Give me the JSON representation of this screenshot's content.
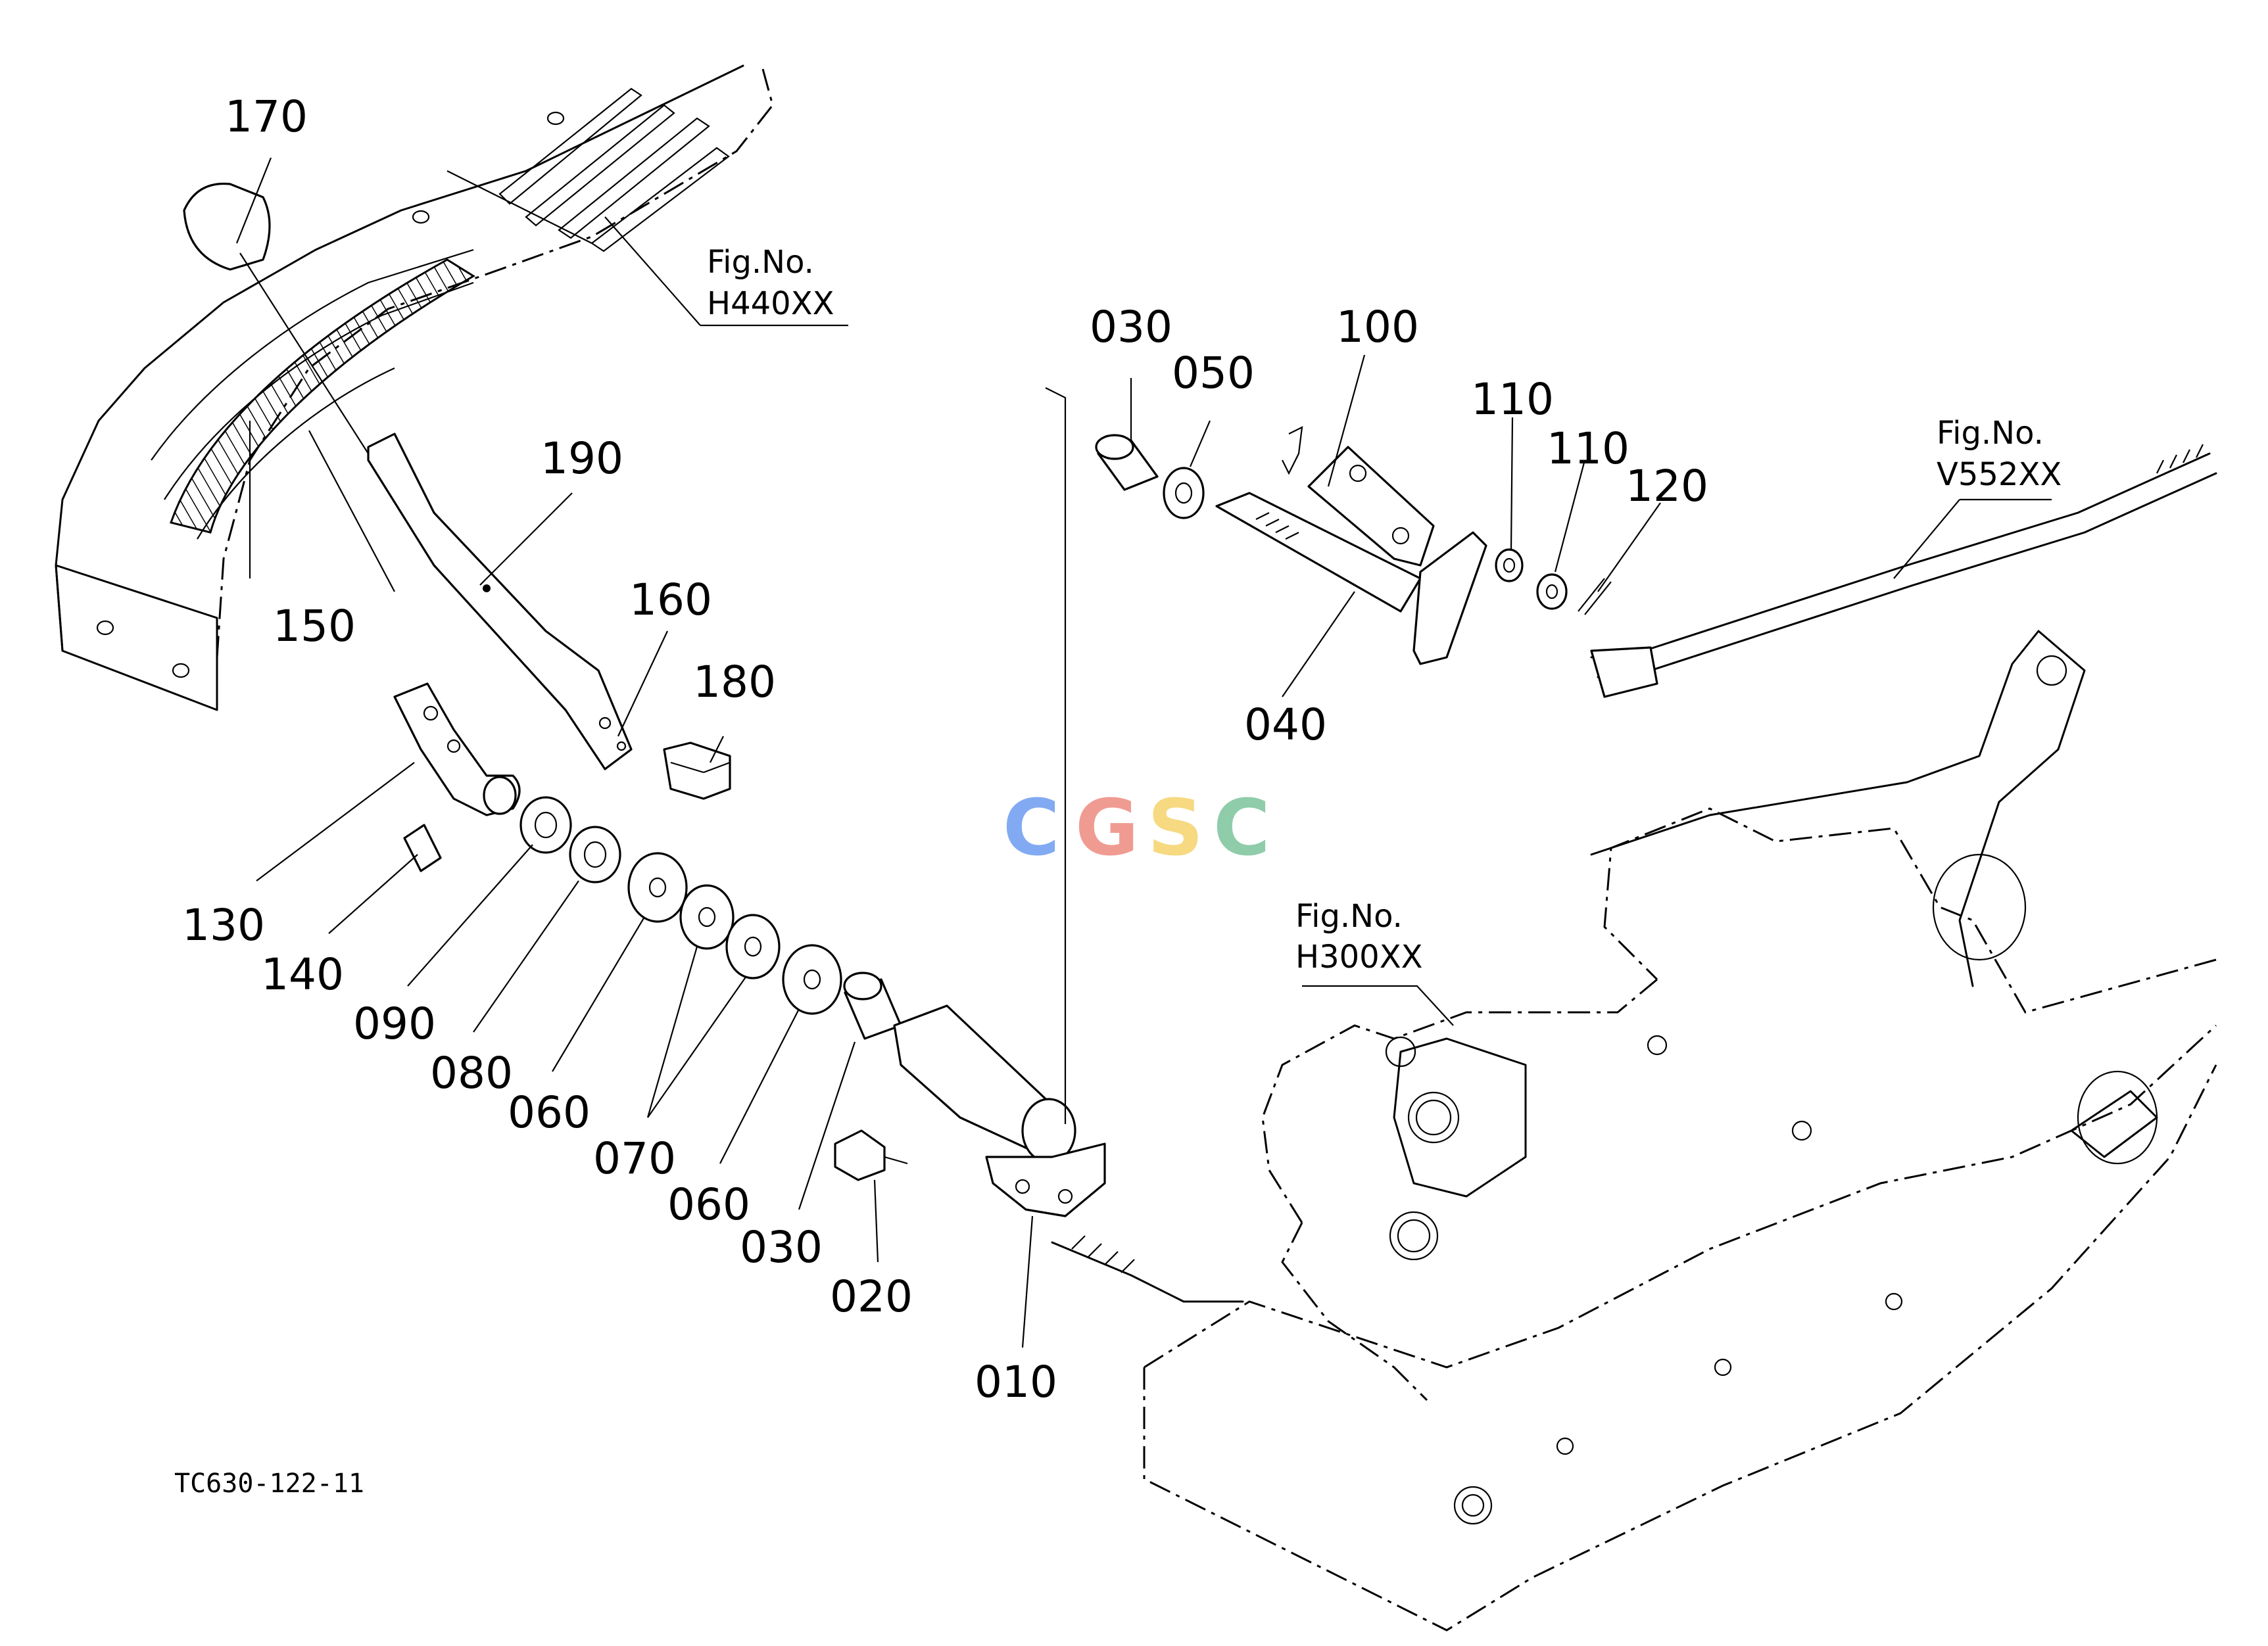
{
  "callouts": {
    "c170": "170",
    "c190": "190",
    "c150": "150",
    "c160": "160",
    "c180": "180",
    "c130": "130",
    "c140": "140",
    "c090": "090",
    "c080": "080",
    "c060a": "060",
    "c070": "070",
    "c060b": "060",
    "c030a": "030",
    "c020": "020",
    "c010": "010",
    "c030b": "030",
    "c050": "050",
    "c100": "100",
    "c110a": "110",
    "c110b": "110",
    "c120": "120",
    "c040": "040"
  },
  "references": {
    "ref1_line1": "Fig.No.",
    "ref1_line2": "H440XX",
    "ref2_line1": "Fig.No.",
    "ref2_line2": "V552XX",
    "ref3_line1": "Fig.No.",
    "ref3_line2": "H300XX"
  },
  "drawing_code": "TC630-122-11",
  "watermark": {
    "letters": [
      "C",
      "G",
      "S",
      "C"
    ],
    "colors": [
      "#6d9cf0",
      "#ee8a80",
      "#f5d36a",
      "#7cc49b"
    ]
  }
}
